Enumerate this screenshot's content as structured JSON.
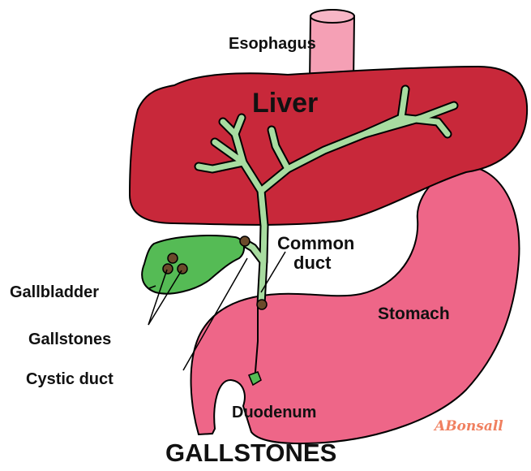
{
  "labels": {
    "esophagus": "Esophagus",
    "liver": "Liver",
    "common_duct_line1": "Common",
    "common_duct_line2": "duct",
    "gallbladder": "Gallbladder",
    "stomach": "Stomach",
    "gallstones": "Gallstones",
    "cystic_duct": "Cystic duct",
    "duodenum": "Duodenum",
    "title": "GALLSTONES"
  },
  "signature": "ABonsall",
  "colors": {
    "liver": "#c8283a",
    "stomach": "#ee6688",
    "esophagus": "#f5a0b5",
    "ducts": "#a8dca0",
    "gallbladder": "#55bb55",
    "stones": "#6b4a2a",
    "signature": "#f08060",
    "outline": "#000000"
  }
}
